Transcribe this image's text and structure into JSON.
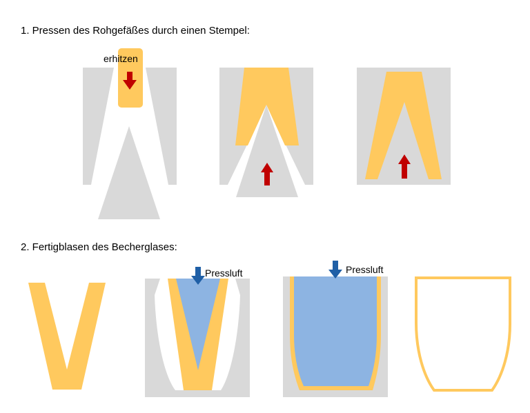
{
  "step1": {
    "heading": "1. Pressen des Rohgefäßes durch einen Stempel:",
    "label_heat": "erhitzen"
  },
  "step2": {
    "heading": "2. Fertigblasen des Becherglases:",
    "label_air_1": "Pressluft",
    "label_air_2": "Pressluft"
  },
  "colors": {
    "mold_gray": "#d9d9d9",
    "glass_yellow": "#ffc95e",
    "air_blue": "#8db4e2",
    "arrow_red": "#c00000",
    "arrow_blue": "#1f5fa6"
  },
  "icons": {
    "heat_arrow": "arrow-down-red",
    "press_arrow": "arrow-up-red",
    "air_arrow": "arrow-down-blue"
  }
}
